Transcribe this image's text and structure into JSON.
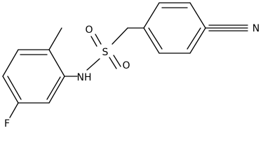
{
  "molecule": {
    "atoms": {
      "sulfur": "S",
      "oxygen_top": "O",
      "oxygen_bottom": "O",
      "amine": "NH",
      "fluorine": "F",
      "nitrile_nitrogen": "N"
    }
  },
  "colors": {
    "bond": "#000000",
    "background": "#ffffff"
  }
}
